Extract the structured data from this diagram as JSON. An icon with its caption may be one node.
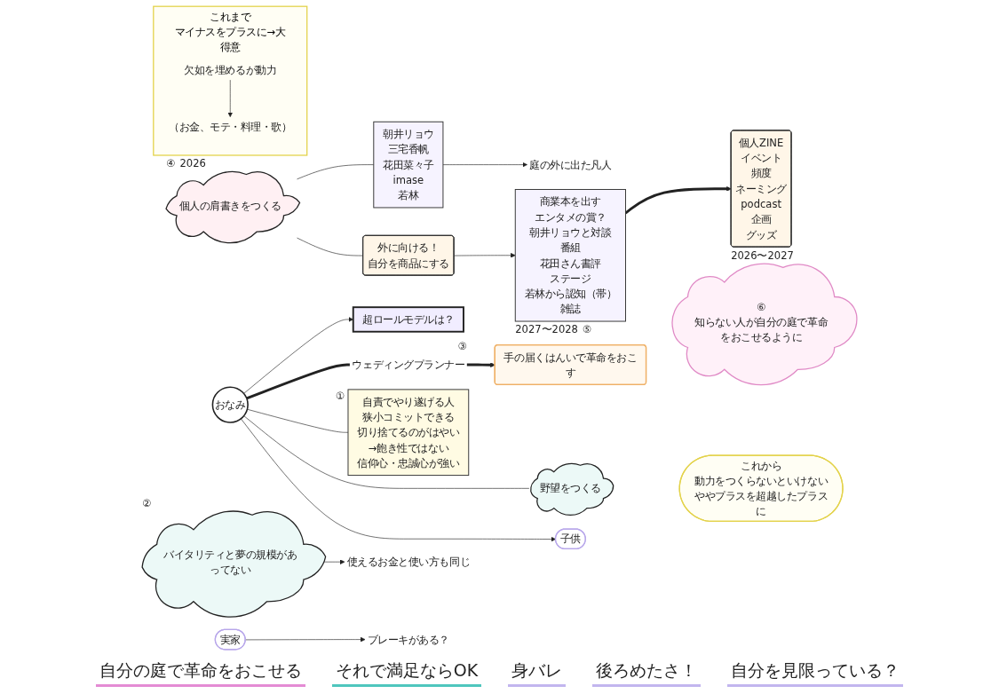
{
  "diagram": {
    "nodes": [
      {
        "text": [
          "個人の肩書きをつくる"
        ],
        "beside": [
          "④",
          "2026"
        ]
      },
      {
        "text": [
          "朝井リョウ",
          "三宅香帆",
          "花田菜々子",
          "imase",
          "若林"
        ]
      },
      {
        "text": [
          "超ロールモデルは？"
        ]
      },
      {
        "text": [
          "手の届くはんいで革命をおこす"
        ]
      },
      {
        "text": [
          "自責でやり遂げる人",
          "狭小コミットできる",
          "切り捨てるのがはやい",
          "→飽き性ではない",
          "信仰心・忠誠心が強い"
        ],
        "beside": [
          "①"
        ]
      },
      {
        "text": [
          "ウェディングプランナー"
        ],
        "beside": [
          "③"
        ]
      },
      {
        "text": [
          "外に向ける！",
          "自分を商品にする"
        ]
      },
      {
        "text": [
          "庭の外に出た凡人"
        ]
      },
      {
        "text": [
          "おなみ"
        ]
      },
      {
        "text": [
          "野望をつくる"
        ]
      },
      {
        "text": [
          "これまで",
          "マイナスをプラスに→大得意"
        ]
      },
      {
        "text": [
          "欠如を埋めるが動力"
        ],
        "in": 10
      },
      {
        "text": [
          "（お金、モテ・料理・歌）"
        ],
        "in": 10
      },
      {
        "text": [
          "これから",
          "動力をつくらないといけない",
          "ややプラスを超越したプラスに"
        ]
      },
      {
        "text": [
          "バイタリティと夢の規模があってない"
        ],
        "beside": [
          "②"
        ]
      },
      {
        "text": [
          "使えるお金と使い方も同じ"
        ]
      },
      {
        "text": [
          "商業本を出す",
          "エンタメの賞？",
          "朝井リョウと対談",
          "番組",
          "花田さん書評",
          "ステージ",
          "若林から認知（帯）",
          "雑誌"
        ],
        "beside": [
          "2027〜2028",
          "⑤"
        ]
      },
      {
        "text": [
          "実家"
        ]
      },
      {
        "text": [
          "子供"
        ]
      },
      {
        "text": [
          "ブレーキがある？"
        ]
      },
      {
        "text": [
          "個人ZINE",
          "イベント",
          "頻度",
          "ネーミング",
          "podcast",
          "企画",
          "グッズ"
        ],
        "beside": [
          "2026〜2027"
        ]
      },
      {
        "text": [
          "⑥",
          "知らない人が自分の庭で革命をおこせるように"
        ]
      }
    ],
    "edges": [
      {
        "from": 0,
        "to": 1,
        "arrow": "none"
      },
      {
        "from": 1,
        "to": 7,
        "arrow": "to"
      },
      {
        "from": 0,
        "to": 6,
        "arrow": "none"
      },
      {
        "from": 6,
        "to": 16,
        "arrow": "to"
      },
      {
        "from": 8,
        "to": 2,
        "arrow": "to"
      },
      {
        "from": 8,
        "to": 5,
        "arrow": "none",
        "style": "thick"
      },
      {
        "from": 5,
        "to": 3,
        "arrow": "to",
        "style": "thick"
      },
      {
        "from": 8,
        "to": 4,
        "arrow": "none"
      },
      {
        "from": 8,
        "to": 9,
        "arrow": "none"
      },
      {
        "from": 11,
        "to": 12,
        "arrow": "to"
      },
      {
        "from": 14,
        "to": 15,
        "arrow": "to"
      },
      {
        "from": 8,
        "to": 18,
        "arrow": "to"
      },
      {
        "from": 17,
        "to": 19,
        "arrow": "to"
      },
      {
        "from": 16,
        "to": 20,
        "arrow": "to",
        "style": "thick"
      }
    ],
    "labels": [
      "自分の庭で革命をおこせる",
      "それで満足ならOK",
      "身バレ",
      "後ろめたさ！",
      "自分を見限っている？"
    ]
  }
}
